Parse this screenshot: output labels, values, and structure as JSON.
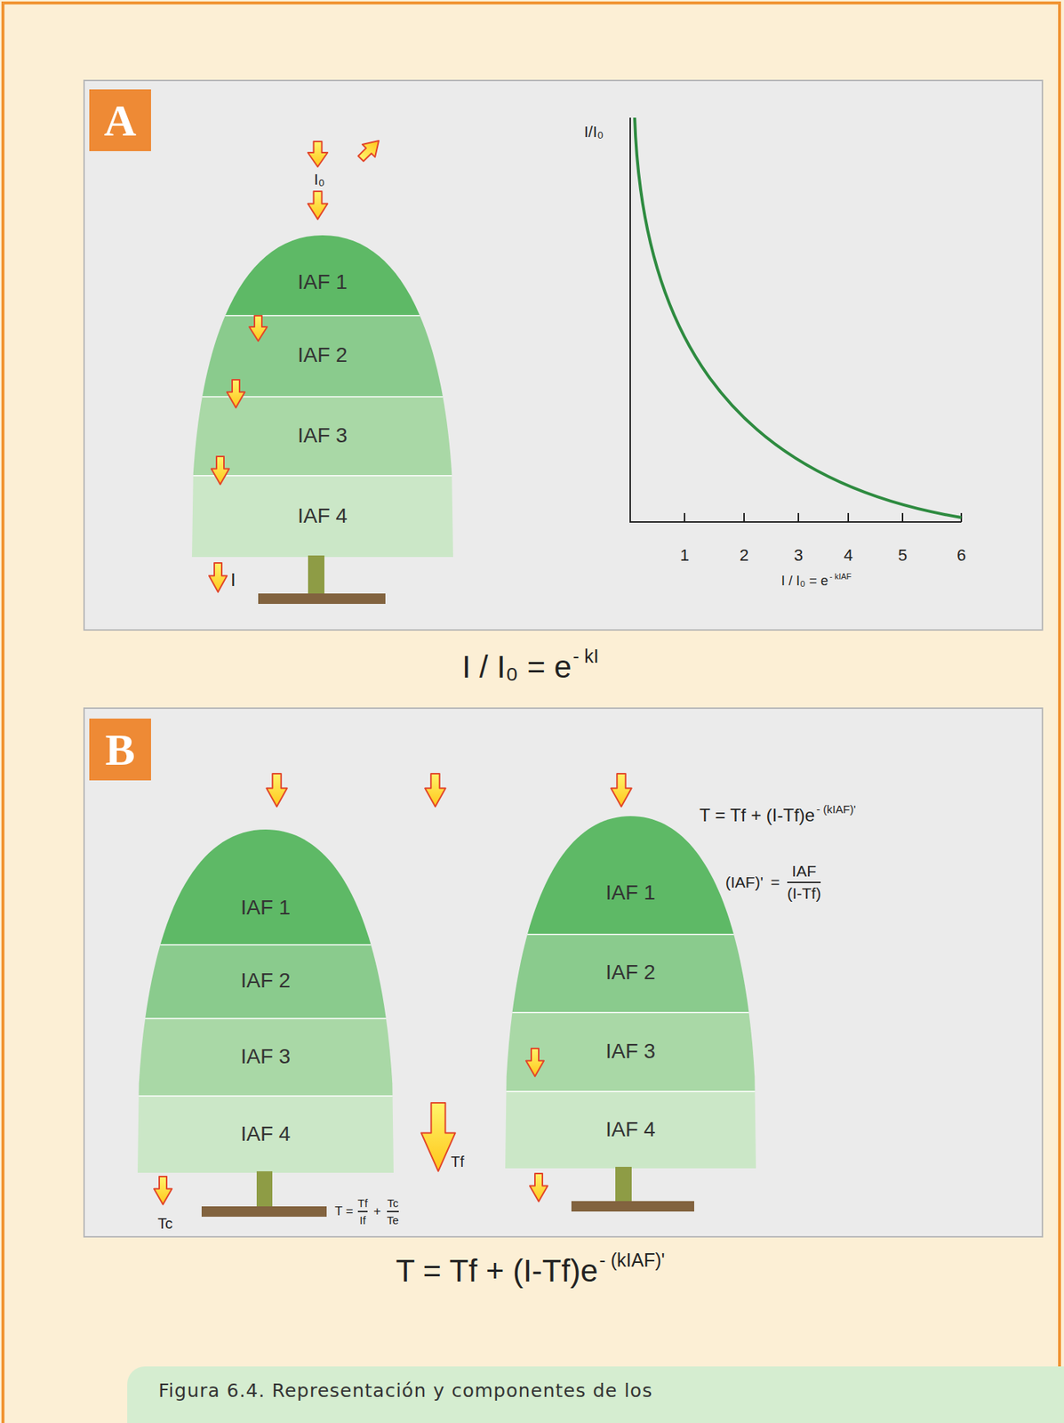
{
  "diagram": {
    "caption": "Figura 6.4. Representación y componentes de los",
    "nodes": [
      {
        "text": [
          "A"
        ]
      },
      {
        "text": [
          "IAF 1"
        ],
        "in": 0
      },
      {
        "text": [
          "IAF 2"
        ],
        "in": 0
      },
      {
        "text": [
          "IAF 3"
        ],
        "in": 0
      },
      {
        "text": [
          "IAF 4"
        ],
        "in": 0
      },
      {
        "text": [
          "B"
        ]
      },
      {
        "text": [
          "IAF 1"
        ],
        "in": 5
      },
      {
        "text": [
          "IAF 2"
        ],
        "in": 5
      },
      {
        "text": [
          "IAF 3"
        ],
        "in": 5
      },
      {
        "text": [
          "IAF 4"
        ],
        "in": 5
      },
      {
        "text": [
          "IAF 1"
        ],
        "in": 5
      },
      {
        "text": [
          "IAF 2"
        ],
        "in": 5
      },
      {
        "text": [
          "IAF 3"
        ],
        "in": 5
      },
      {
        "text": [
          "IAF 4"
        ],
        "in": 5
      }
    ],
    "labels": [
      "I₀",
      "I",
      "I/I₀",
      "1",
      "2",
      "3",
      "4",
      "5",
      "6",
      "I / I₀ = e",
      "- kIAF",
      "I / I₀ = e",
      "- kI",
      "T = Tf + (I-Tf)e",
      "- (kIAF)'",
      "(IAF)'",
      "=",
      "IAF",
      "(I-Tf)",
      "Tf",
      "Tc",
      "T =",
      "Tf",
      "If",
      "+",
      "Tc",
      "Te",
      "T = Tf + (I-Tf)e",
      "- (kIAF)'"
    ]
  }
}
